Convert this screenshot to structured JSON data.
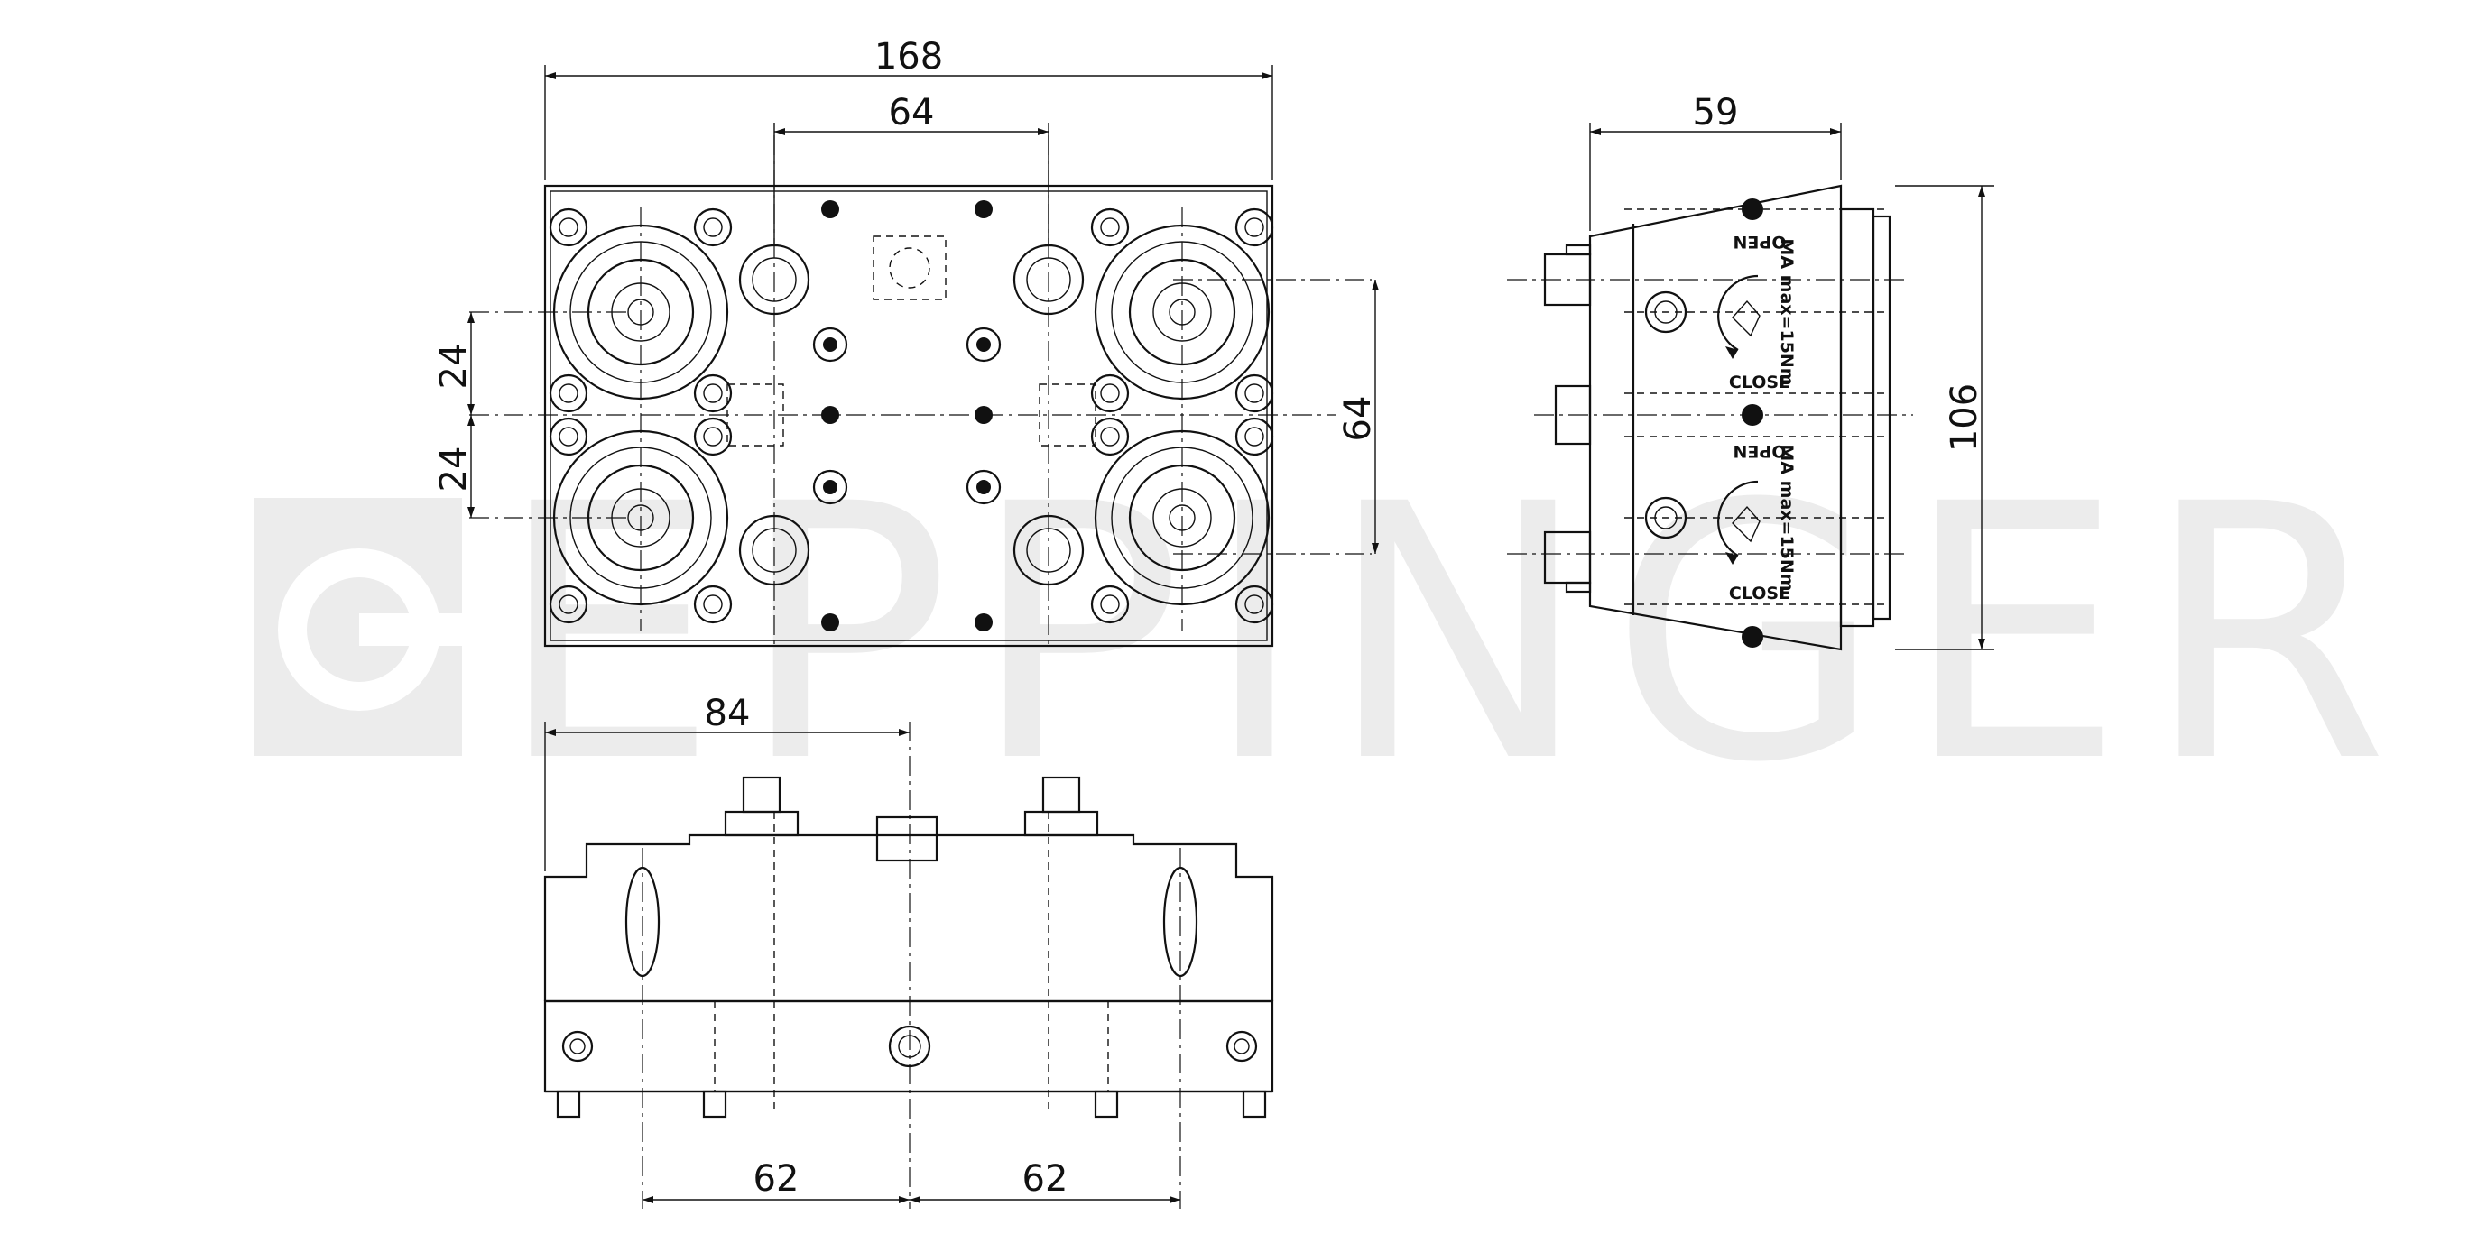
{
  "watermark": {
    "text": "EPPINGER"
  },
  "top_view": {
    "dims": {
      "overall_width": "168",
      "center_distance": "64",
      "pitch_upper": "24",
      "pitch_lower": "24",
      "height_right": "64"
    }
  },
  "side_view": {
    "dims": {
      "depth": "59",
      "height": "106"
    },
    "labels": {
      "open_1": "OPEN",
      "close_1": "CLOSE",
      "open_2": "OPEN",
      "close_2": "CLOSE",
      "torque_1": "MA max=15Nm",
      "torque_2": "MA max=15Nm"
    }
  },
  "front_view": {
    "dims": {
      "offset": "84",
      "left_pitch": "62",
      "right_pitch": "62"
    }
  }
}
